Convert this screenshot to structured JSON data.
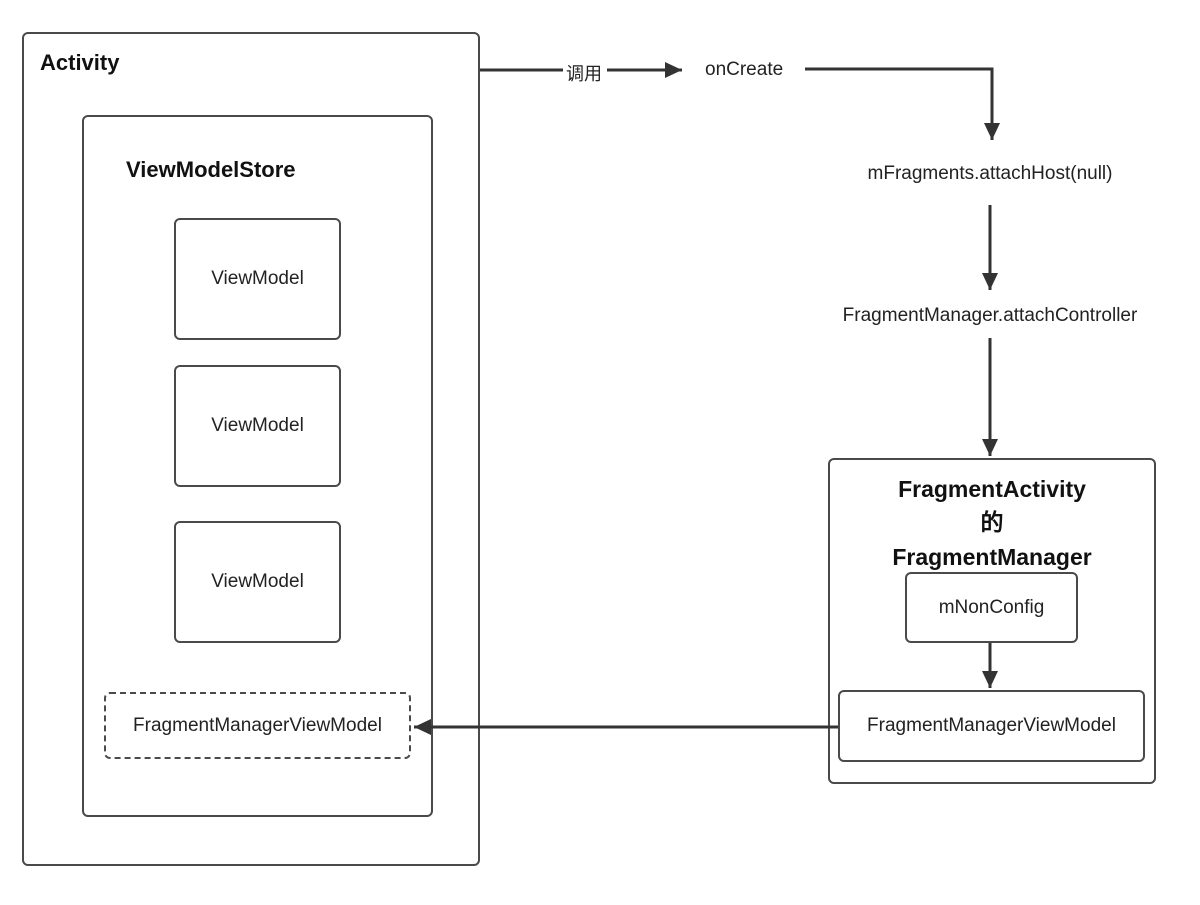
{
  "activity": {
    "title": "Activity"
  },
  "viewmodel_store": {
    "title": "ViewModelStore",
    "viewmodels": [
      "ViewModel",
      "ViewModel",
      "ViewModel"
    ],
    "fragment_manager_viewmodel": "FragmentManagerViewModel"
  },
  "flow": {
    "call_label": "调用",
    "on_create": "onCreate",
    "attach_host": "mFragments.attachHost(null)",
    "attach_controller": "FragmentManager.attachController"
  },
  "fragment_activity": {
    "title_line1": "FragmentActivity",
    "title_line2": "的",
    "title_line3": "FragmentManager",
    "non_config": "mNonConfig",
    "fragment_manager_viewmodel": "FragmentManagerViewModel"
  },
  "colors": {
    "stroke": "#4a4a4a",
    "text": "#222222"
  }
}
